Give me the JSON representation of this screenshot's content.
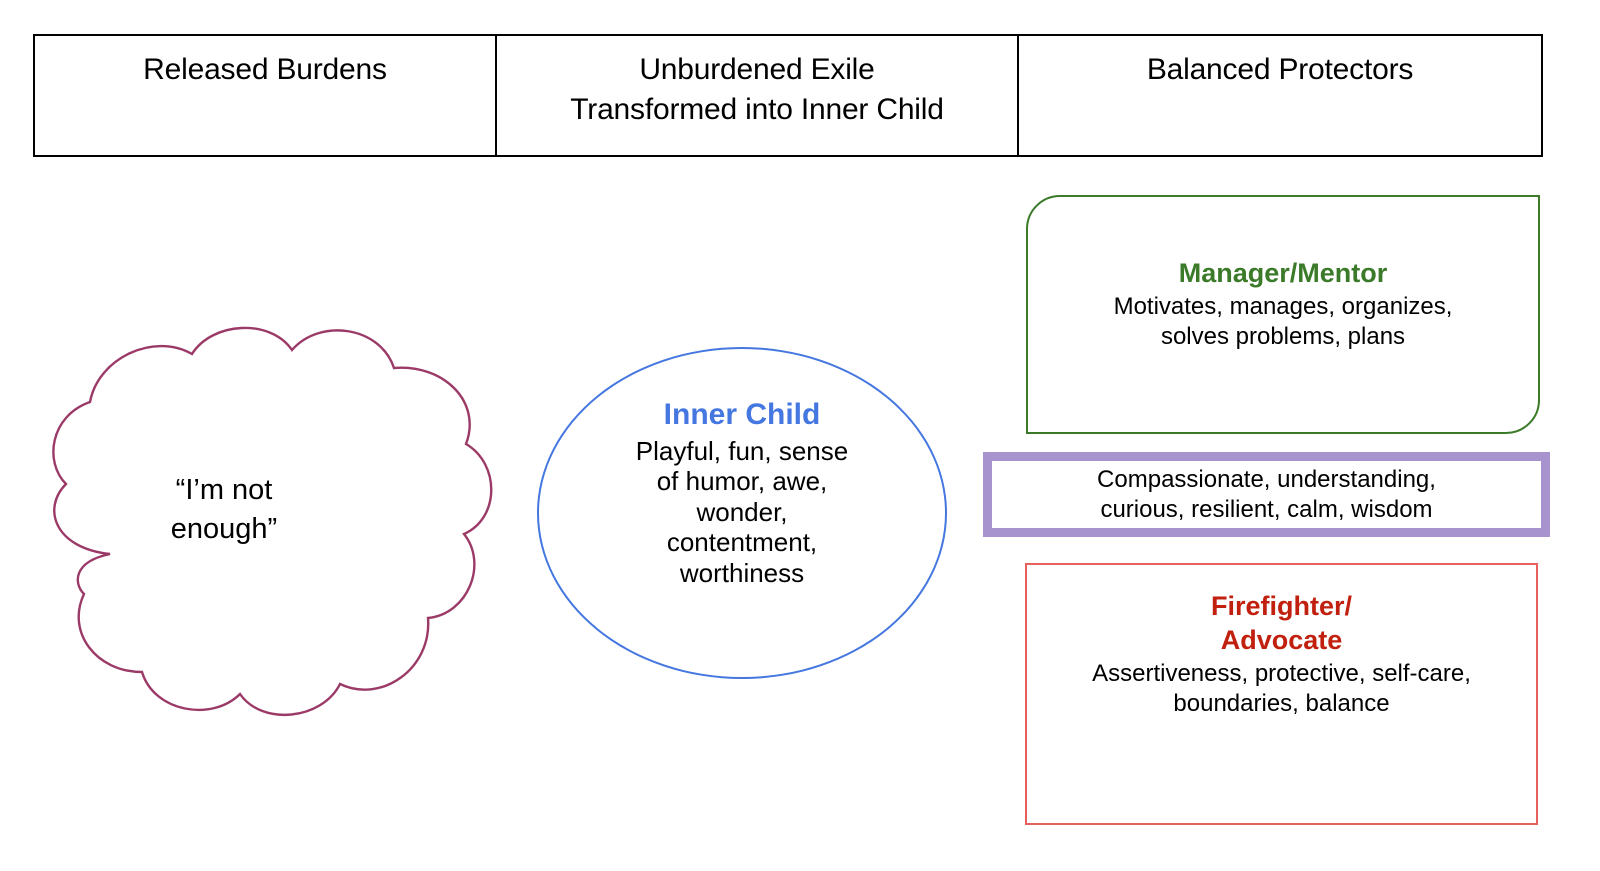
{
  "table_header": {
    "columns": [
      {
        "label": "Released Burdens"
      },
      {
        "label_line1": "Unburdened Exile",
        "label_line2": "Transformed into Inner Child"
      },
      {
        "label": "Balanced Protectors"
      }
    ]
  },
  "cloud": {
    "name": "released-burden-cloud",
    "text_line1": "“I’m not",
    "text_line2": "enough”",
    "stroke_color": "#9b3a67"
  },
  "ellipse": {
    "name": "inner-child-ellipse",
    "title": "Inner Child",
    "title_color": "#4577e0",
    "body_line1": "Playful, fun, sense",
    "body_line2": "of humor, awe,",
    "body_line3": "wonder,",
    "body_line4": "contentment,",
    "body_line5": "worthiness",
    "stroke_color": "#4577e0"
  },
  "manager_box": {
    "name": "manager-mentor-box",
    "title": "Manager/Mentor",
    "title_color": "#3b7a29",
    "body_line1": "Motivates, manages, organizes,",
    "body_line2": "solves problems, plans",
    "stroke_color": "#3a7a28"
  },
  "self_box": {
    "name": "self-qualities-box",
    "body_line1": "Compassionate, understanding,",
    "body_line2": "curious, resilient, calm, wisdom",
    "stroke_color": "#a794ce"
  },
  "firefighter_box": {
    "name": "firefighter-advocate-box",
    "title_line1": "Firefighter/",
    "title_line2": "Advocate",
    "title_color": "#c1200f",
    "body_line1": "Assertiveness, protective, self-care,",
    "body_line2": "boundaries, balance",
    "stroke_color": "#e8605c"
  }
}
